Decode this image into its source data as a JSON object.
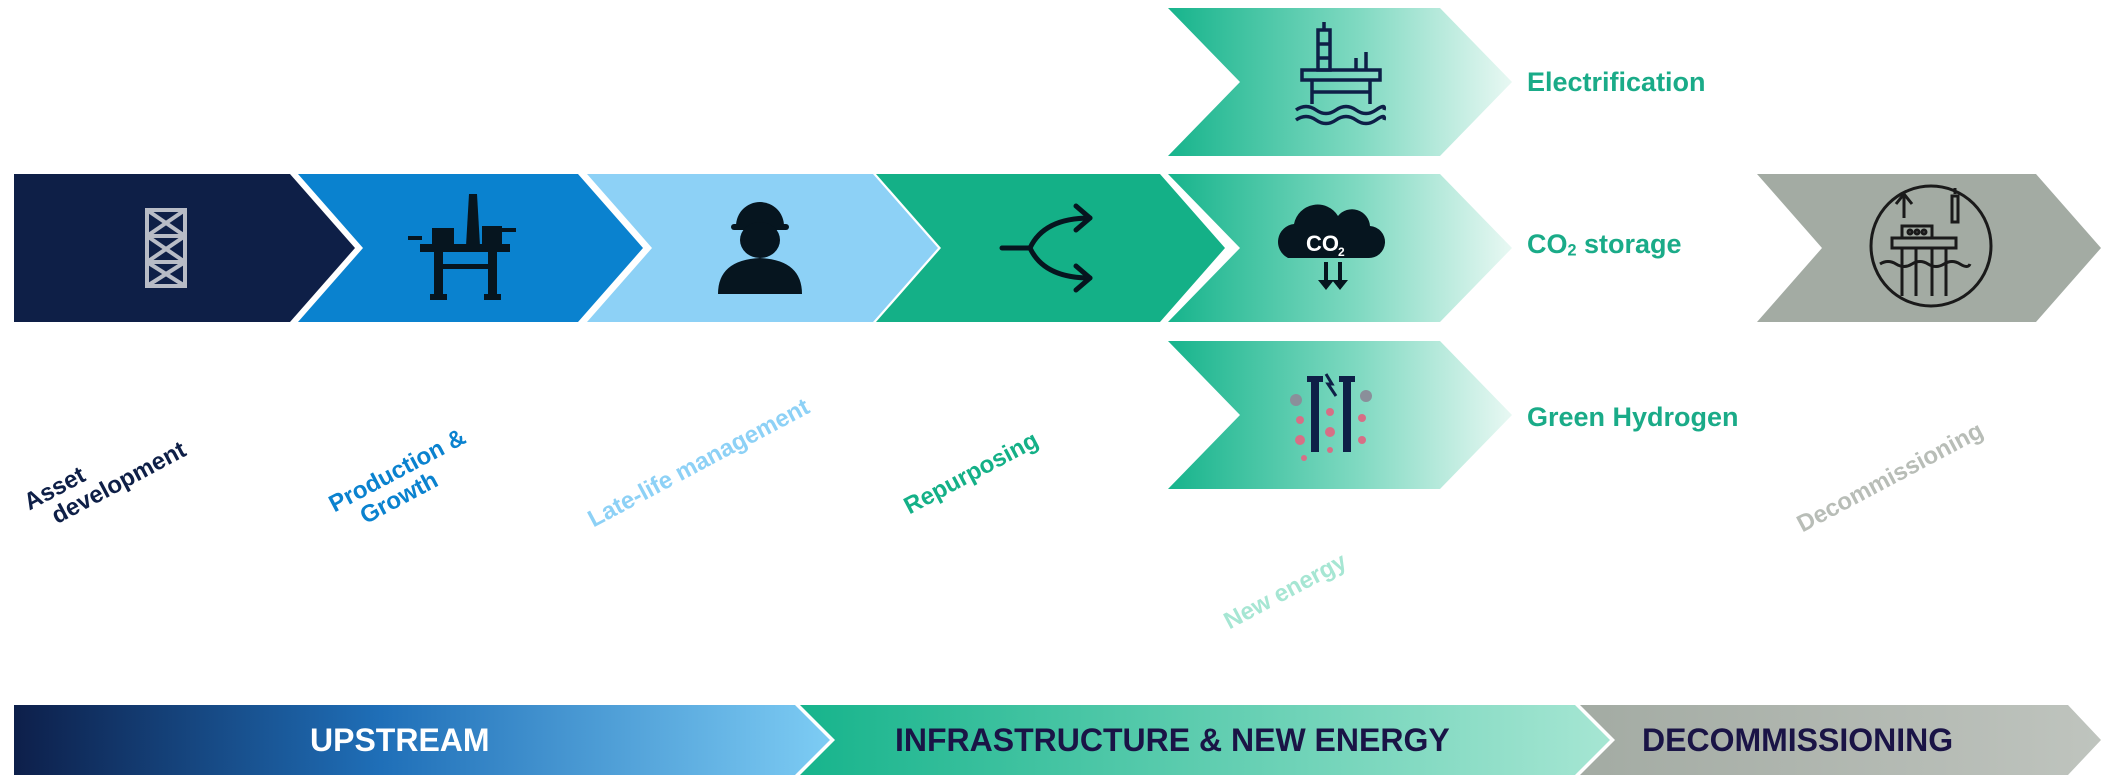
{
  "phases": [
    {
      "id": "asset",
      "label_line1": "Asset",
      "label_line2": "development",
      "color": "#0e1f47"
    },
    {
      "id": "production",
      "label_line1": "Production &",
      "label_line2": "Growth",
      "color": "#0a82cf"
    },
    {
      "id": "latelife",
      "label": "Late-life management",
      "color": "#8dd1f6"
    },
    {
      "id": "repurposing",
      "label": "Repurposing",
      "color": "#14b087"
    },
    {
      "id": "newenergy",
      "label": "New energy",
      "color": "#a6e6d3"
    },
    {
      "id": "decommissioning",
      "label": "Decommissioning",
      "color": "#b8bdb7"
    }
  ],
  "branches": {
    "electrification": "Electrification",
    "co2_prefix": "CO",
    "co2_sub": "2",
    "co2_suffix": " storage",
    "green_hydrogen": "Green Hydrogen",
    "co2_icon_text": "CO",
    "co2_icon_sub": "2"
  },
  "bands": {
    "upstream": "UPSTREAM",
    "infrastructure": "INFRASTRUCTURE & NEW ENERGY",
    "decommissioning": "DECOMMISSIONING"
  },
  "colors": {
    "navy": "#0e1f47",
    "blue": "#0a82cf",
    "light_blue": "#8dd1f6",
    "green": "#14b087",
    "teal_text": "#1aab88",
    "grey": "#a3aba3",
    "dark_text": "#1a1446"
  }
}
